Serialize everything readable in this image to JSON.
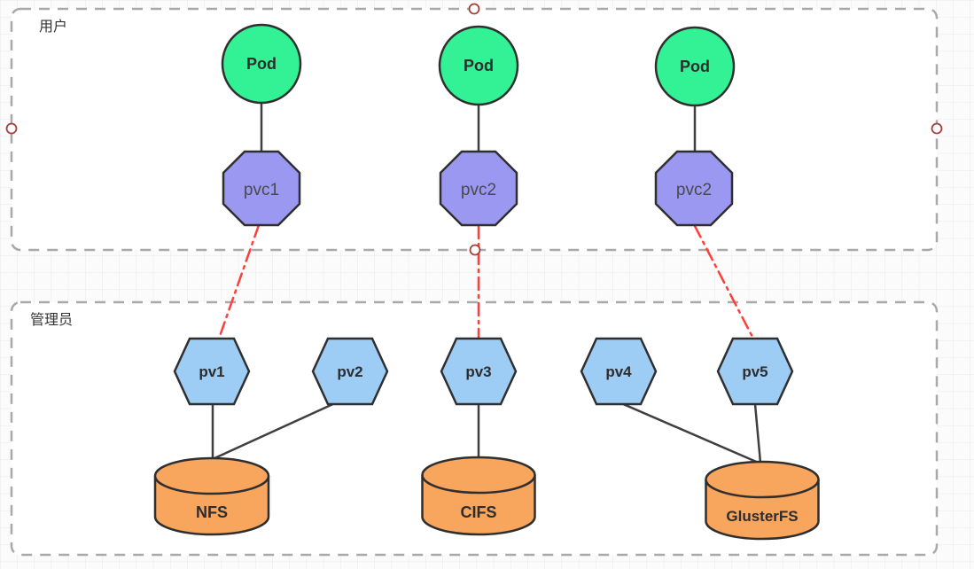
{
  "groups": [
    {
      "id": "user",
      "label": "用户"
    },
    {
      "id": "admin",
      "label": "管理员"
    }
  ],
  "nodes": {
    "pods": [
      {
        "label": "Pod"
      },
      {
        "label": "Pod"
      },
      {
        "label": "Pod"
      }
    ],
    "pvcs": [
      {
        "label": "pvc1"
      },
      {
        "label": "pvc2"
      },
      {
        "label": "pvc2"
      }
    ],
    "pvs": [
      {
        "label": "pv1"
      },
      {
        "label": "pv2"
      },
      {
        "label": "pv3"
      },
      {
        "label": "pv4"
      },
      {
        "label": "pv5"
      }
    ],
    "storages": [
      {
        "label": "NFS"
      },
      {
        "label": "CIFS"
      },
      {
        "label": "GlusterFS"
      }
    ]
  },
  "edges": {
    "solid": [
      {
        "from": "Pod-1",
        "to": "pvc1"
      },
      {
        "from": "Pod-2",
        "to": "pvc2"
      },
      {
        "from": "Pod-3",
        "to": "pvc2"
      },
      {
        "from": "pv1",
        "to": "NFS"
      },
      {
        "from": "pv2",
        "to": "NFS"
      },
      {
        "from": "pv3",
        "to": "CIFS"
      },
      {
        "from": "pv4",
        "to": "GlusterFS"
      },
      {
        "from": "pv5",
        "to": "GlusterFS"
      }
    ],
    "claim": [
      {
        "from": "pvc1",
        "to": "pv1"
      },
      {
        "from": "pvc2",
        "to": "pv3"
      },
      {
        "from": "pvc2",
        "to": "pv5"
      }
    ]
  },
  "colors": {
    "pod_fill": "#33f296",
    "pvc_fill": "#9b98f2",
    "pv_fill": "#9dccf4",
    "storage_fill": "#f8a55e",
    "shape_stroke": "#2f2f2f",
    "solid_edge": "#3f3f3f",
    "claim_edge": "#fe3f3b",
    "group_border": "#a9a9a9",
    "group_fill": "#ffffff",
    "handle_stroke": "#a3403a",
    "grid_line": "#e9e9e9",
    "canvas_bg": "#fbfbfb",
    "pvc_text": "#4a4a4a",
    "node_text": "#2d2d2d"
  }
}
